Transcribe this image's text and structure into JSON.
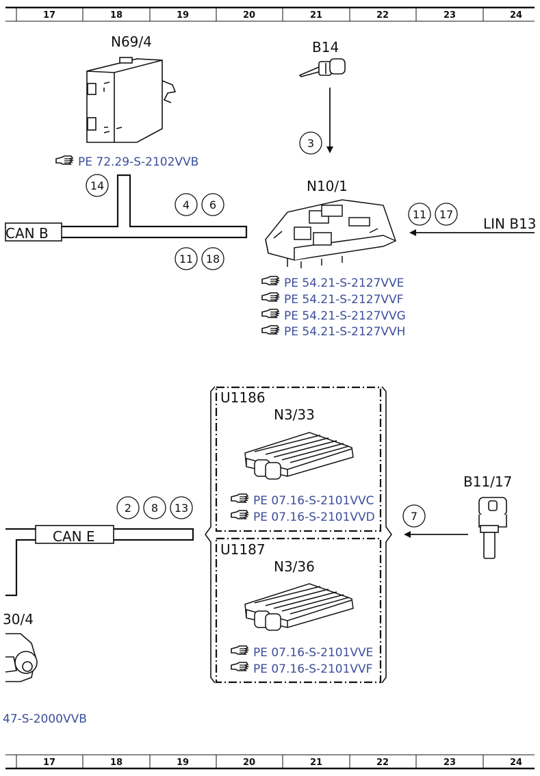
{
  "ruler": {
    "columns": [
      "17",
      "18",
      "19",
      "20",
      "21",
      "22",
      "23",
      "24"
    ]
  },
  "components": {
    "n69_4": {
      "label": "N69/4",
      "refs": [
        "PE 72.29-S-2102VVB"
      ]
    },
    "b14": {
      "label": "B14"
    },
    "n10_1": {
      "label": "N10/1",
      "refs": [
        "PE 54.21-S-2127VVE",
        "PE 54.21-S-2127VVF",
        "PE 54.21-S-2127VVG",
        "PE 54.21-S-2127VVH"
      ]
    },
    "u1186": {
      "group": "U1186",
      "label": "N3/33",
      "refs": [
        "PE 07.16-S-2101VVC",
        "PE 07.16-S-2101VVD"
      ]
    },
    "u1187": {
      "group": "U1187",
      "label": "N3/36",
      "refs": [
        "PE 07.16-S-2101VVE",
        "PE 07.16-S-2101VVF"
      ]
    },
    "b11_17": {
      "label": "B11/17"
    },
    "partial": {
      "label": "30/4",
      "ref": "47-S-2000VVB"
    }
  },
  "buses": {
    "can_b": "CAN B",
    "can_e": "CAN E",
    "lin": "LIN B13"
  },
  "markers": {
    "b14_arrow": [
      "3"
    ],
    "n69_branch": [
      "14"
    ],
    "canb_top": [
      "4",
      "6"
    ],
    "canb_bottom": [
      "11",
      "18"
    ],
    "lin": [
      "11",
      "17"
    ],
    "cane": [
      "2",
      "8",
      "13"
    ],
    "b11_arrow": [
      "7"
    ]
  }
}
